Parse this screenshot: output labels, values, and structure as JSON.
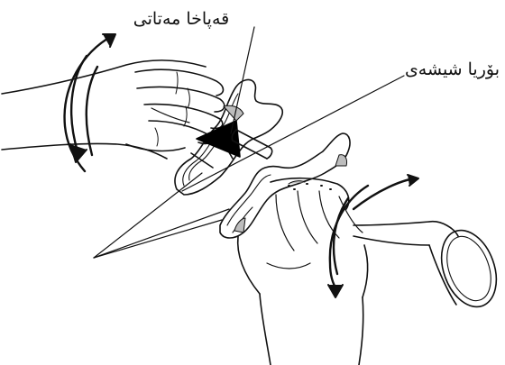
{
  "labels": {
    "metal_cap": "قەپاخا مەتاتی",
    "glass_tube": "بۆریا شیشەی"
  },
  "colors": {
    "ink": "#111111",
    "background": "#ffffff",
    "fill_dark": "#000000",
    "fill_shade": "#bdbdbd"
  },
  "icons": {
    "rotation": "curved-rotation-arrow",
    "hand": "hand-illustration"
  }
}
